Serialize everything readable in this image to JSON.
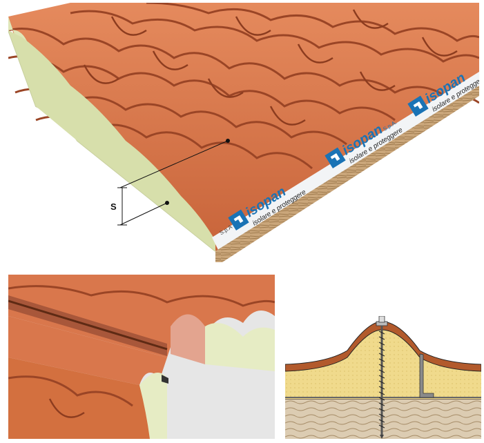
{
  "figure": {
    "dimension_label": "S",
    "brand": {
      "name": "isopan",
      "suffix": "S.p.A.",
      "tagline": "isolare e proteggere",
      "suffix_prefix": "S.p.A"
    }
  },
  "colors": {
    "tile": "#d9774c",
    "tile_dark": "#b95a33",
    "tile_shadow": "#9a4526",
    "foam": "#dfe6b8",
    "foam_dark": "#c8cf9e",
    "wood": "#c9a77d",
    "brand_blue": "#1a73b5",
    "insulation": "#efd98a",
    "ground": "#d8cbb0"
  },
  "icons": [
    "isopan-logo-icon",
    "screw-icon"
  ]
}
